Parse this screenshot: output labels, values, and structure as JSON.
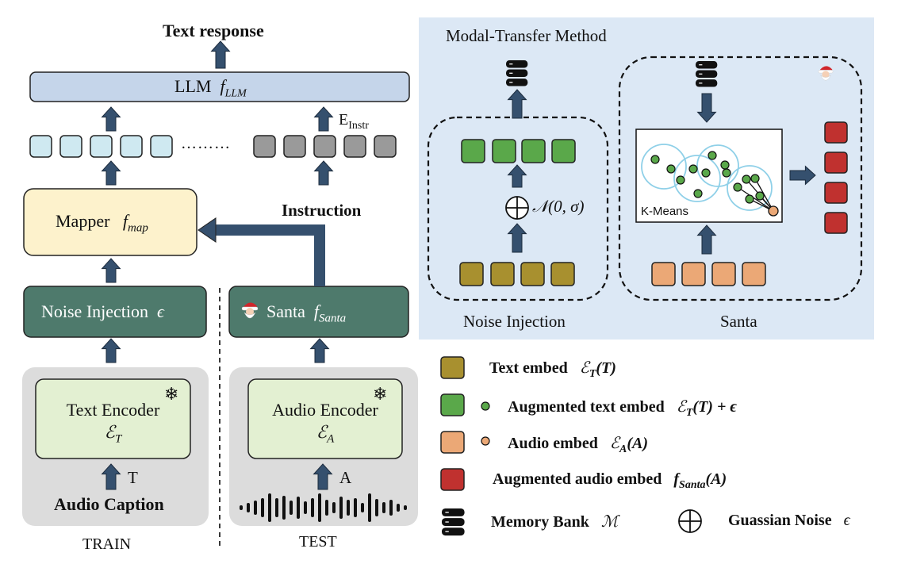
{
  "left": {
    "top_label": "Text response",
    "llm": {
      "name": "LLM",
      "symbol": "f",
      "sub": "LLM"
    },
    "dots": "………",
    "einstr": {
      "main": "E",
      "sub": "Instr"
    },
    "instruction_label": "Instruction",
    "mapper": {
      "name": "Mapper",
      "symbol": "f",
      "sub": "map"
    },
    "noise": {
      "name": "Noise Injection",
      "symbol": "ϵ"
    },
    "santa": {
      "name": "Santa",
      "symbol": "f",
      "sub": "Santa"
    },
    "text_encoder": {
      "name": "Text Encoder",
      "symbol": "ℰ",
      "sub": "T"
    },
    "audio_encoder": {
      "name": "Audio Encoder",
      "symbol": "ℰ",
      "sub": "A"
    },
    "t_label": "T",
    "a_label": "A",
    "audio_caption": "Audio Caption",
    "train_label": "TRAIN",
    "test_label": "TEST",
    "snowflake": "❄"
  },
  "right": {
    "title": "Modal-Transfer Method",
    "normal": {
      "symbol": "𝒩",
      "args": "(0, σ)"
    },
    "kmeans": "K-Means",
    "noise_injection_label": "Noise Injection",
    "santa_label": "Santa"
  },
  "legend": {
    "text_embed": {
      "label": "Text embed",
      "formula": "ℰ",
      "sub": "T",
      "arg": "(T)"
    },
    "aug_text_embed": {
      "label": "Augmented text embed",
      "formula": "ℰ",
      "sub": "T",
      "arg": "(T) + ϵ"
    },
    "audio_embed": {
      "label": "Audio embed",
      "formula": "ℰ",
      "sub": "A",
      "arg": "(A)"
    },
    "aug_audio_embed": {
      "label": "Augmented audio embed",
      "formula": "f",
      "sub": "Santa",
      "arg": "(A)"
    },
    "memory_bank": {
      "label": "Memory Bank",
      "symbol": "ℳ"
    },
    "gaussian_noise": {
      "label": "Guassian Noise",
      "symbol": "ϵ"
    }
  },
  "colors": {
    "llm_fill": "#c5d5ea",
    "cyan_token": "#cfe9f1",
    "gray_token": "#9a9a9a",
    "mapper_fill": "#fdf2cc",
    "teal_fill": "#4e7a6c",
    "encoder_fill": "#e3f0d2",
    "panel_gray": "#dcdcdc",
    "arrow": "#35506e",
    "right_panel": "#dce8f5",
    "text_embed": "#a8902f",
    "aug_text": "#5aa84a",
    "audio_embed": "#eba876",
    "aug_audio": "#c0312f",
    "cluster": "#8fd0e8"
  }
}
